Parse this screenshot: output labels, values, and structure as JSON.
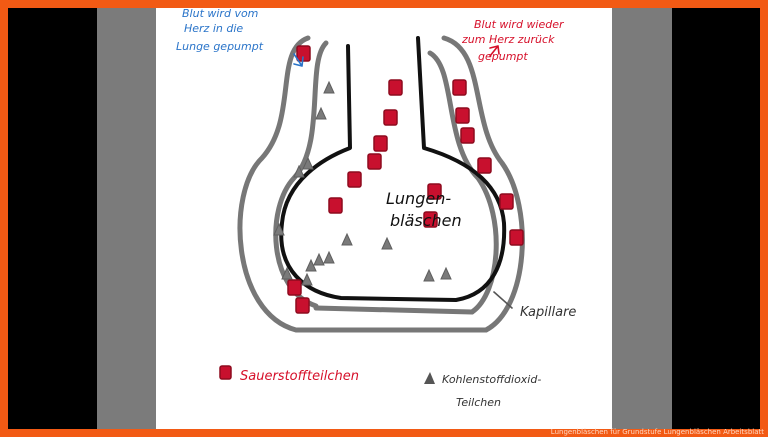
{
  "diagram": {
    "label_blue": [
      "Blut wird vom",
      "Herz in die",
      "Lunge gepumpt"
    ],
    "label_red": [
      "Blut wird wieder",
      "zum Herz zurück",
      "gepumpt"
    ],
    "label_center": [
      "Lungen-",
      "bläschen"
    ],
    "label_capillary": "Kapillare",
    "legend_oxygen": "Sauerstoffteilchen",
    "legend_co2": [
      "Kohlenstoffdioxid-",
      "Teilchen"
    ]
  },
  "colors": {
    "oxygen": "#c8102e",
    "co2": "#7a7a7a",
    "blue_text": "#2a74c9",
    "red_text": "#d6102a",
    "outline": "#111111",
    "capillary": "#777777",
    "frame": "#f25a14"
  },
  "icons": [
    "oxygen-particle-icon",
    "co2-particle-icon",
    "arrow-icon"
  ],
  "footer": {
    "watermark": "Lungenbläschen für Grundstufe Lungenbläschen Arbeitsblatt"
  }
}
